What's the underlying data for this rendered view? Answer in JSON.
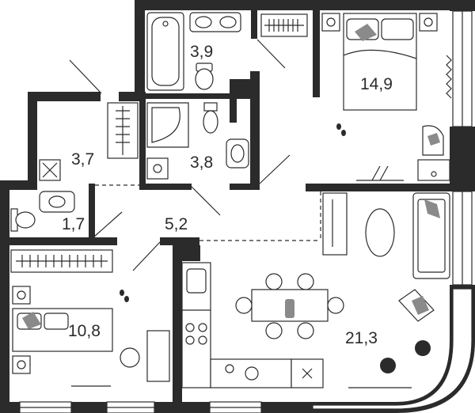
{
  "plan": {
    "rooms": [
      {
        "id": "bathroom",
        "area": "3,9"
      },
      {
        "id": "bedroom-master",
        "area": "14,9"
      },
      {
        "id": "storage",
        "area": "3,7"
      },
      {
        "id": "shower-room",
        "area": "3,8"
      },
      {
        "id": "toilet",
        "area": "1,7"
      },
      {
        "id": "hall",
        "area": "5,2"
      },
      {
        "id": "bedroom-second",
        "area": "10,8"
      },
      {
        "id": "living-kitchen",
        "area": "21,3"
      }
    ]
  }
}
